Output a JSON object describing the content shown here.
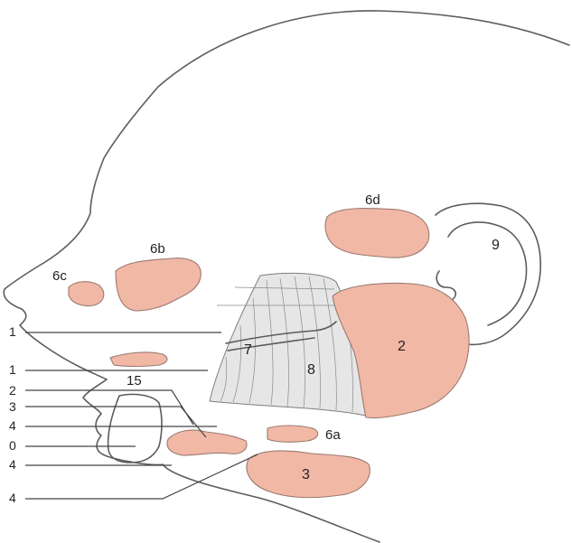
{
  "labels": {
    "gland_6d": "6d",
    "gland_6b": "6b",
    "gland_6c": "6c",
    "ear_9": "9",
    "parotid_2": "2",
    "accessory_7": "7",
    "masseter_8": "8",
    "gland_6a": "6a",
    "submandibular_3": "3",
    "label_15": "15"
  },
  "side_labels": [
    "1",
    "1",
    "2",
    "3",
    "4",
    "0",
    "4",
    "4"
  ],
  "colors": {
    "gland_fill": "#f2b8a6",
    "outline": "#5c5c5c",
    "muscle": "#e6e6e6"
  }
}
